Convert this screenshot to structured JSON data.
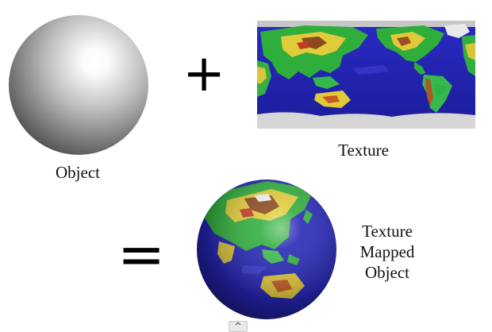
{
  "object_label": "Object",
  "texture_label": "Texture",
  "result_label_lines": [
    "Texture",
    "Mapped",
    "Object"
  ],
  "plus_symbol": "+",
  "equals_symbol": "=",
  "scroll_up_glyph": "^",
  "colors": {
    "ocean": "#2a2ab8",
    "land_green": "#2fae3c",
    "land_yellow": "#e8d23a",
    "land_brown": "#8a4a1e",
    "ice": "#d8d8d8"
  }
}
